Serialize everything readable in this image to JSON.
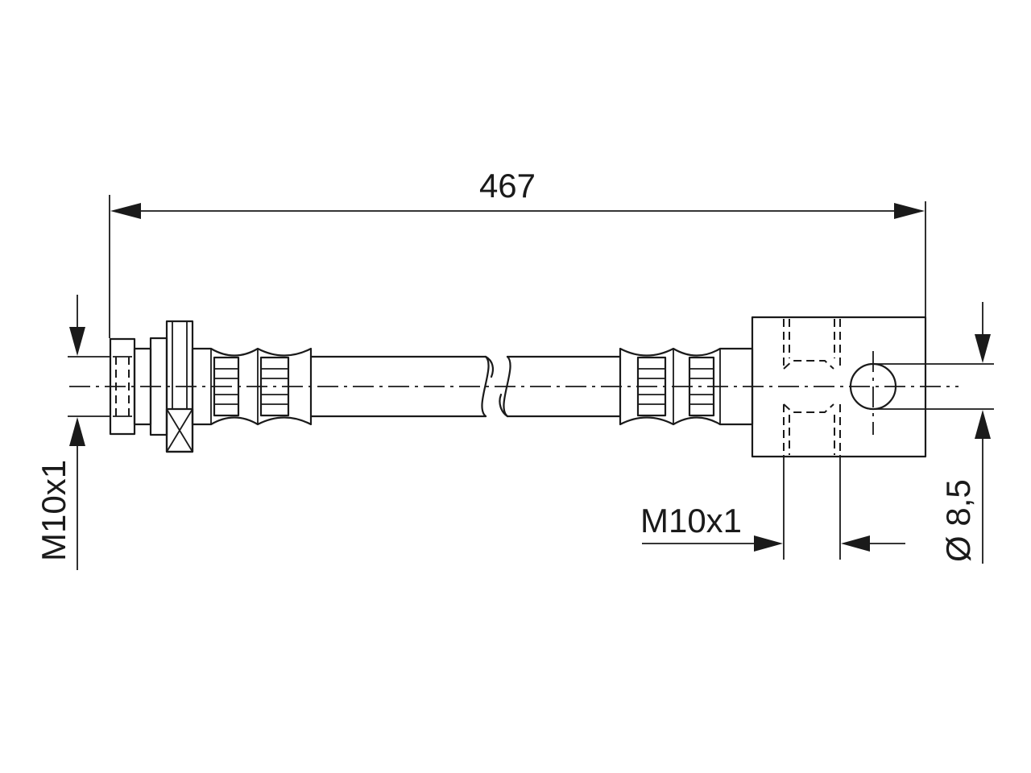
{
  "drawing": {
    "overall_length_label": "467",
    "left_thread_label": "M10x1",
    "right_thread_label": "M10x1",
    "bore_diameter_label": "Ø 8,5"
  }
}
